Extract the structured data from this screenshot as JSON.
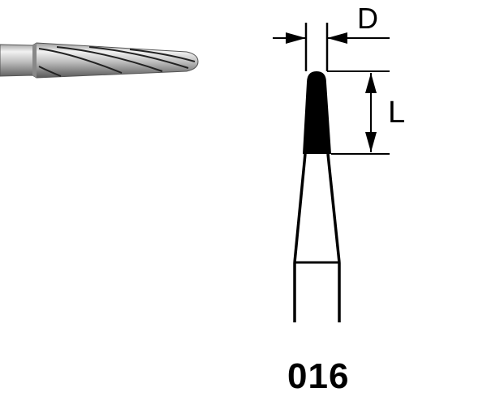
{
  "diagram": {
    "subject": "tapered fissure bur with rounded tip",
    "labels": {
      "diameter": "D",
      "length": "L",
      "size_code": "016"
    },
    "colors": {
      "line": "#000000",
      "background": "#ffffff",
      "bur_metal_light": "#e6e6e6",
      "bur_metal_dark": "#3a3a3a"
    }
  }
}
